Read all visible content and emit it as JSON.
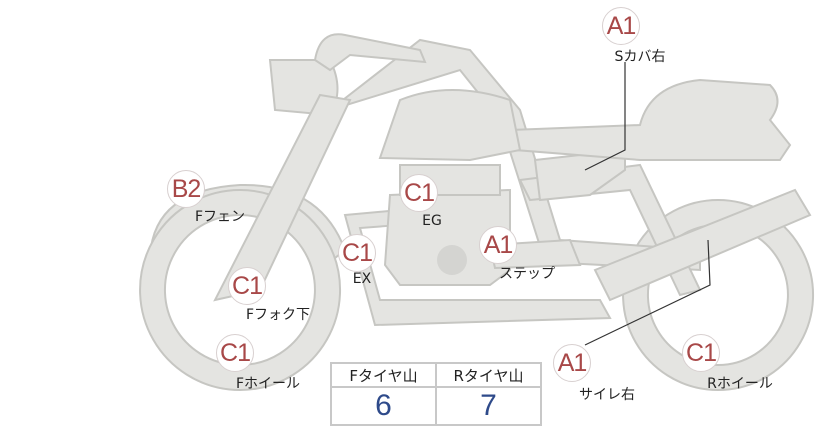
{
  "parts": [
    {
      "grade": "A1",
      "label": "Sカバ右"
    },
    {
      "grade": "B2",
      "label": "Fフェン"
    },
    {
      "grade": "C1",
      "label": "EG"
    },
    {
      "grade": "C1",
      "label": "EX"
    },
    {
      "grade": "A1",
      "label": "ステップ"
    },
    {
      "grade": "C1",
      "label": "Fフォク下"
    },
    {
      "grade": "C1",
      "label": "Fホイール"
    },
    {
      "grade": "A1",
      "label": "サイレ右"
    },
    {
      "grade": "C1",
      "label": "Rホイール"
    }
  ],
  "tire_table": {
    "headers": [
      "Fタイヤ山",
      "Rタイヤ山"
    ],
    "values": [
      "6",
      "7"
    ]
  },
  "colors": {
    "grade": "#a84848",
    "value": "#2e4a8a",
    "bike_fill": "#e4e4e1",
    "bike_stroke": "#c6c6c2"
  }
}
